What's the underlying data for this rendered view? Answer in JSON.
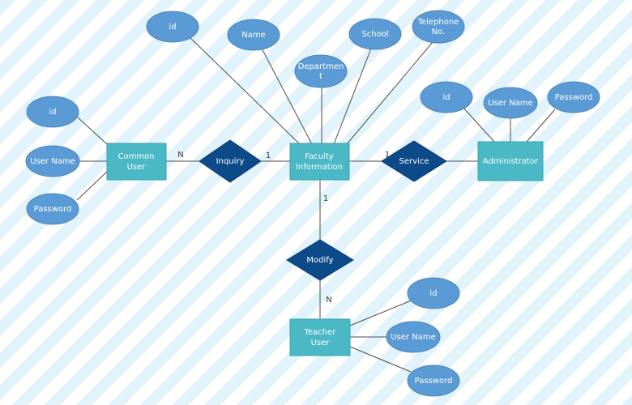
{
  "diagram": {
    "entities": {
      "common_user": [
        "Common",
        "User"
      ],
      "faculty_information": [
        "Faculty",
        "Information"
      ],
      "administrator": [
        "Administrator"
      ],
      "teacher_user": [
        "Teacher",
        "User"
      ]
    },
    "relationships": {
      "inquiry": "Inquiry",
      "service": "Service",
      "modify": "Modify"
    },
    "attributes": {
      "faculty_id": [
        "id"
      ],
      "faculty_name": [
        "Name"
      ],
      "faculty_department": [
        "Departmen",
        "t"
      ],
      "faculty_school": [
        "School"
      ],
      "faculty_telephone": [
        "Telephone",
        "No."
      ],
      "common_id": [
        "id"
      ],
      "common_user_name": [
        "User Name"
      ],
      "common_password": [
        "Password"
      ],
      "admin_id": [
        "id"
      ],
      "admin_user_name": [
        "User Name"
      ],
      "admin_password": [
        "Password"
      ],
      "teacher_id": [
        "id"
      ],
      "teacher_user_name": [
        "User Name"
      ],
      "teacher_password": [
        "Password"
      ]
    },
    "cardinalities": {
      "inquiry_common": "N",
      "inquiry_faculty": "1",
      "service_faculty": "1",
      "modify_faculty": "1",
      "modify_teacher": "N"
    },
    "colors": {
      "attribute": "#5b9bd5",
      "entity": "#4bb8c5",
      "relationship": "#0d4a8a",
      "line": "#4d4d4d"
    }
  }
}
